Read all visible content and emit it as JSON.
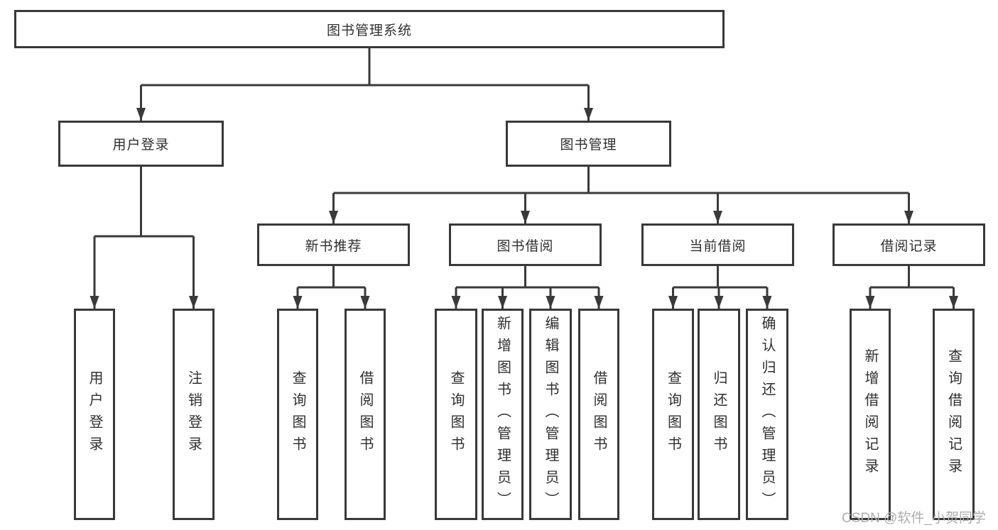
{
  "tree": {
    "label": "图书管理系统",
    "children": [
      {
        "label": "用户登录",
        "children": [
          {
            "label": "用户登录"
          },
          {
            "label": "注销登录"
          }
        ]
      },
      {
        "label": "图书管理",
        "children": [
          {
            "label": "新书推荐",
            "children": [
              {
                "label": "查询图书"
              },
              {
                "label": "借阅图书"
              }
            ]
          },
          {
            "label": "图书借阅",
            "children": [
              {
                "label": "查询图书"
              },
              {
                "label": "新增图书（管理员）"
              },
              {
                "label": "编辑图书（管理员）"
              },
              {
                "label": "借阅图书"
              }
            ]
          },
          {
            "label": "当前借阅",
            "children": [
              {
                "label": "查询图书"
              },
              {
                "label": "归还图书"
              },
              {
                "label": "确认归还（管理员）"
              }
            ]
          },
          {
            "label": "借阅记录",
            "children": [
              {
                "label": "新增借阅记录"
              },
              {
                "label": "查询借阅记录"
              }
            ]
          }
        ]
      }
    ]
  },
  "watermark": "CSDN @软件_小贺同学",
  "colors": {
    "line": "#3a3a3a",
    "border": "#383838",
    "text": "#2f2f2f",
    "watermark_text": "#aeaeae"
  }
}
